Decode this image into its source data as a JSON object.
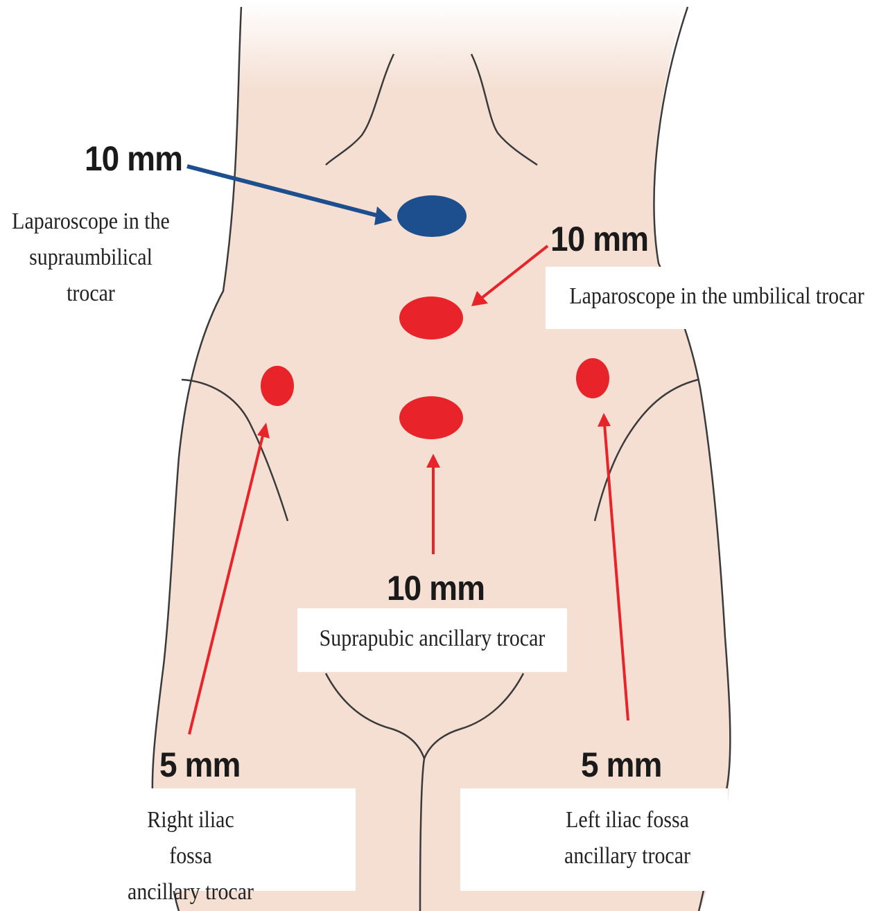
{
  "colors": {
    "skin": "#f5dfd3",
    "outline": "#3a3a3a",
    "blue_marker": "#1d4f8f",
    "red_marker": "#e8232a",
    "label_box": "#ffffff"
  },
  "ports": [
    {
      "id": "supraumbilical",
      "size": "10 mm",
      "color": "blue",
      "caption_lines": [
        "Laparoscope in the",
        "supraumbilical",
        "trocar"
      ]
    },
    {
      "id": "umbilical",
      "size": "10 mm",
      "color": "red",
      "caption_lines": [
        "Laparoscope in the umbilical trocar"
      ]
    },
    {
      "id": "suprapubic",
      "size": "10 mm",
      "color": "red",
      "caption_lines": [
        "Suprapubic ancillary trocar"
      ]
    },
    {
      "id": "right-iliac",
      "size": "5 mm",
      "color": "red",
      "caption_lines": [
        "Right iliac fossa",
        "ancillary trocar"
      ]
    },
    {
      "id": "left-iliac",
      "size": "5 mm",
      "color": "red",
      "caption_lines": [
        "Left iliac fossa",
        "ancillary trocar"
      ]
    }
  ]
}
